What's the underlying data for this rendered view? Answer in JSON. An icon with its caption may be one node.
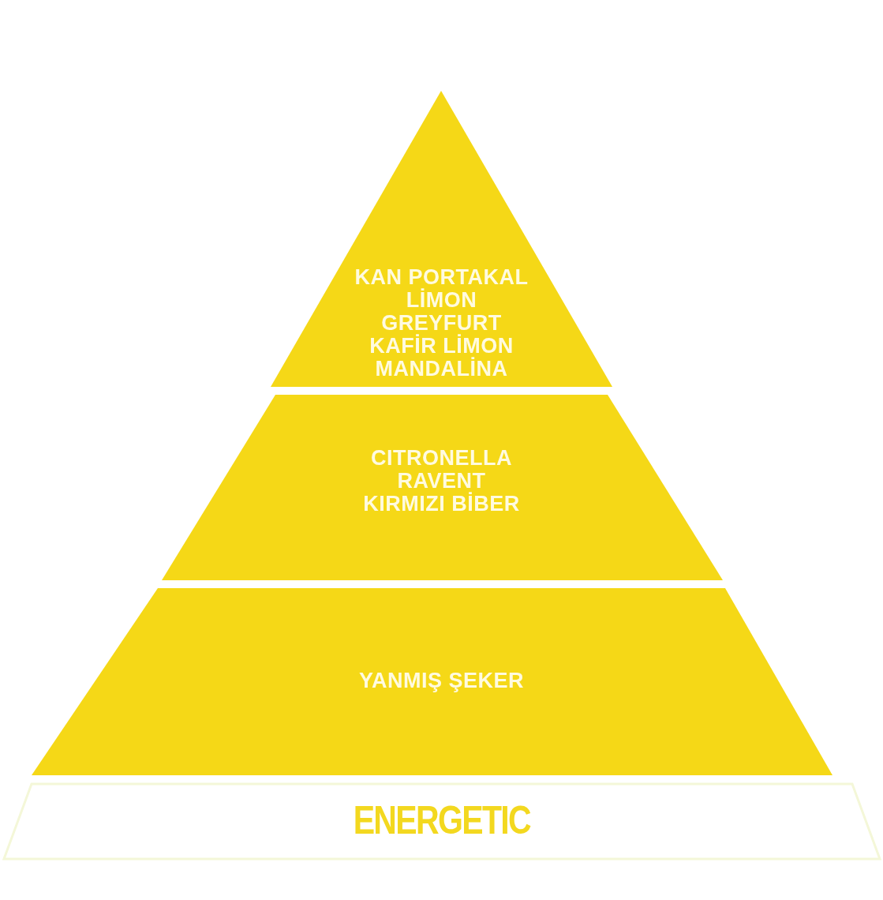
{
  "diagram": {
    "nodes": [
      {
        "text": [
          "KAN PORTAKAL",
          "LİMON",
          "GREYFURT",
          "KAFİR LİMON",
          "MANDALİNA"
        ]
      },
      {
        "text": [
          "CITRONELLA",
          "RAVENT",
          "KIRMIZI BİBER"
        ]
      },
      {
        "text": [
          "YANMIŞ ŞEKER"
        ]
      },
      {
        "text": [
          "ENERGETIC"
        ]
      }
    ],
    "edges": []
  }
}
